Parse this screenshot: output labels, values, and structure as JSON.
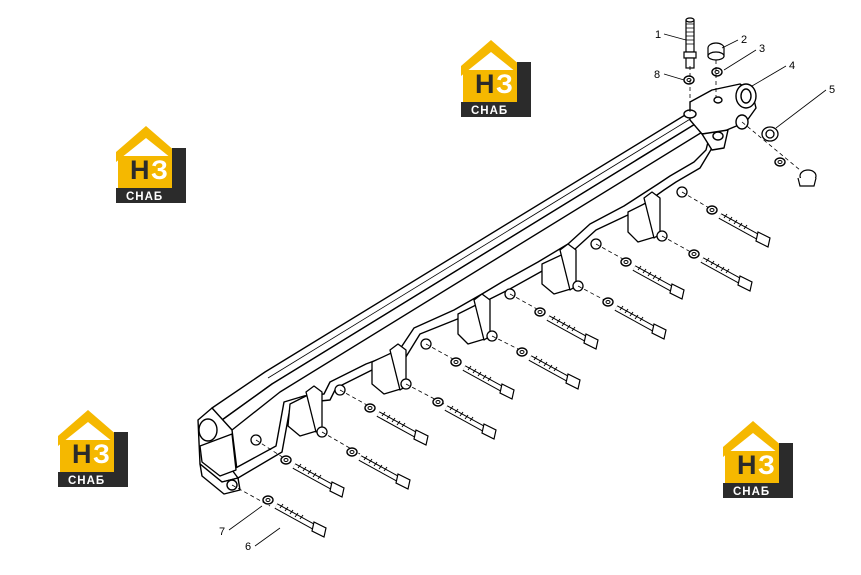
{
  "callouts": [
    "1",
    "2",
    "3",
    "4",
    "5",
    "6",
    "7",
    "8"
  ],
  "logo": {
    "letter_h": "Н",
    "letter_z": "З",
    "text": "СНАБ",
    "color_yellow": "#f5b800",
    "color_dark": "#2b2b2b"
  }
}
